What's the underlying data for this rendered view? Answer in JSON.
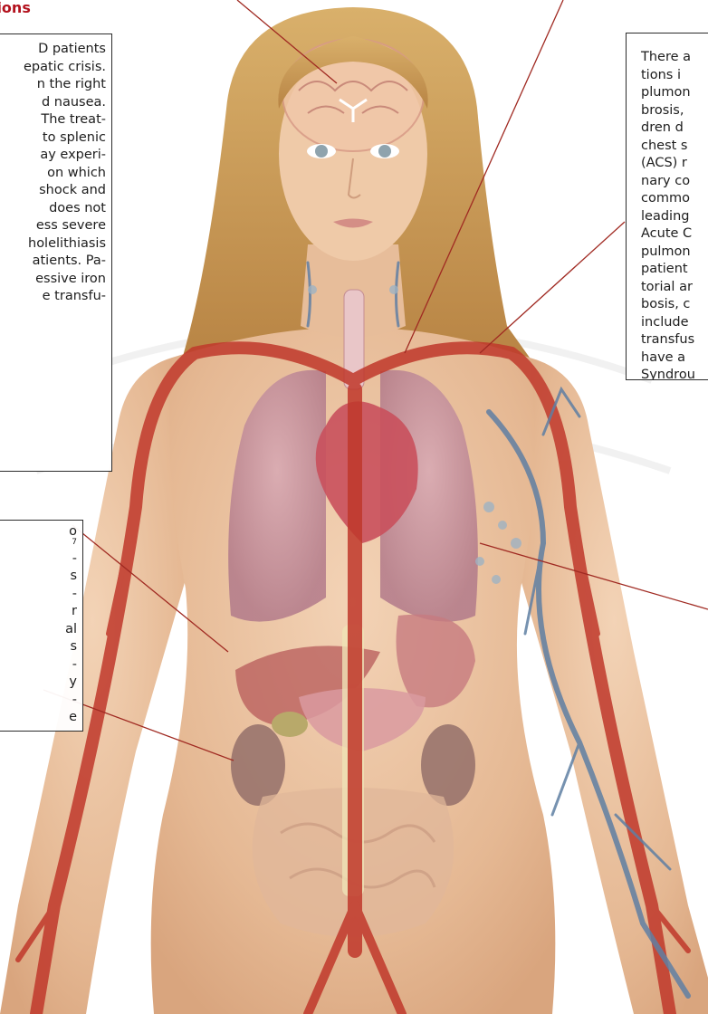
{
  "heading": "ations",
  "callouts": {
    "left_top": {
      "lines": [
        "D patients",
        "epatic crisis.",
        "n the right",
        "d nausea.",
        "The treat-",
        "to splenic",
        "ay experi-",
        "on which",
        "shock and",
        "does not",
        "ess severe",
        "holelithiasis",
        "atients. Pa-",
        "essive iron",
        "e transfu-"
      ]
    },
    "left_bottom": {
      "lines": [
        "o",
        "7",
        "-",
        "s",
        "-",
        "r",
        "al",
        "s",
        "-",
        "y",
        "-",
        "e"
      ]
    },
    "right": {
      "lines": [
        "There a",
        "tions i",
        "plumon",
        "brosis,",
        "dren d",
        "chest s",
        "(ACS) r",
        "nary co",
        "commo",
        "leading",
        "Acute C",
        "pulmon",
        "patient",
        "torial ar",
        "bosis, c",
        "include",
        "transfus",
        "have a",
        "Syndrou"
      ]
    }
  },
  "colors": {
    "heading": "#b3121e",
    "skin": "#ecc7a6",
    "hair": "#c99a54",
    "artery": "#c0382b",
    "vein": "#5f7fa3",
    "leader_line": "#a02a22"
  }
}
